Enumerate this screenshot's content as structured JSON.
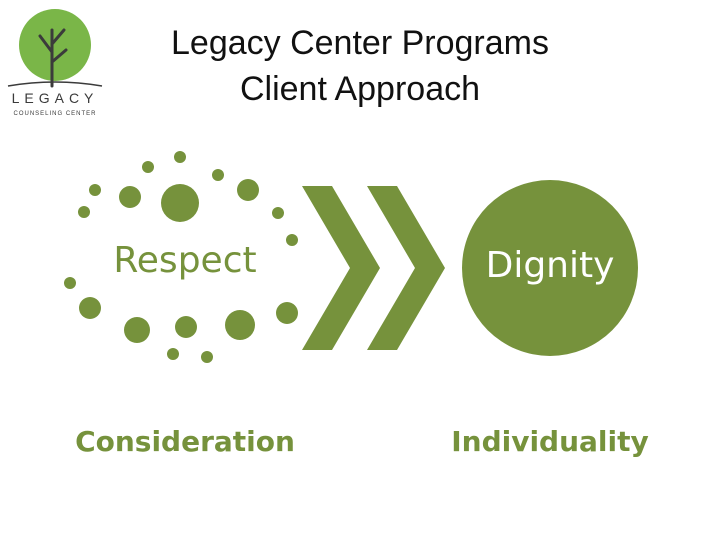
{
  "logo": {
    "wordmark": "LEGACY",
    "sub": "COUNSELING CENTER"
  },
  "title": {
    "line1": "Legacy Center Programs",
    "line2": "Client Approach"
  },
  "diagram": {
    "left_label": "Respect",
    "right_label": "Dignity",
    "left_caption": "Consideration",
    "right_caption": "Individuality"
  },
  "colors": {
    "accent": "#76923c",
    "logo_green": "#7ab648",
    "text": "#111111"
  }
}
